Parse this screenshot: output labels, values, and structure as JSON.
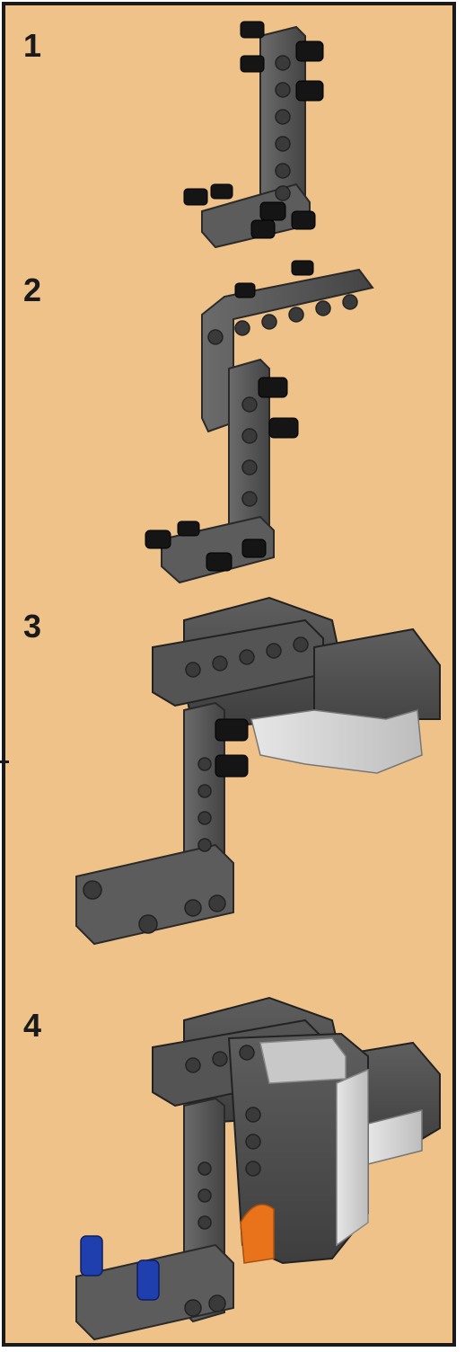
{
  "steps": [
    {
      "number": "1"
    },
    {
      "number": "2"
    },
    {
      "number": "3"
    },
    {
      "number": "4"
    }
  ],
  "colors": {
    "background": "#eec288",
    "beam": "#5a5a5a",
    "beam_dark": "#3d3d3d",
    "pin_black": "#151515",
    "motor_light": "#d8d8d8",
    "pin_blue": "#1f3fae",
    "accent_orange": "#e8731b"
  }
}
